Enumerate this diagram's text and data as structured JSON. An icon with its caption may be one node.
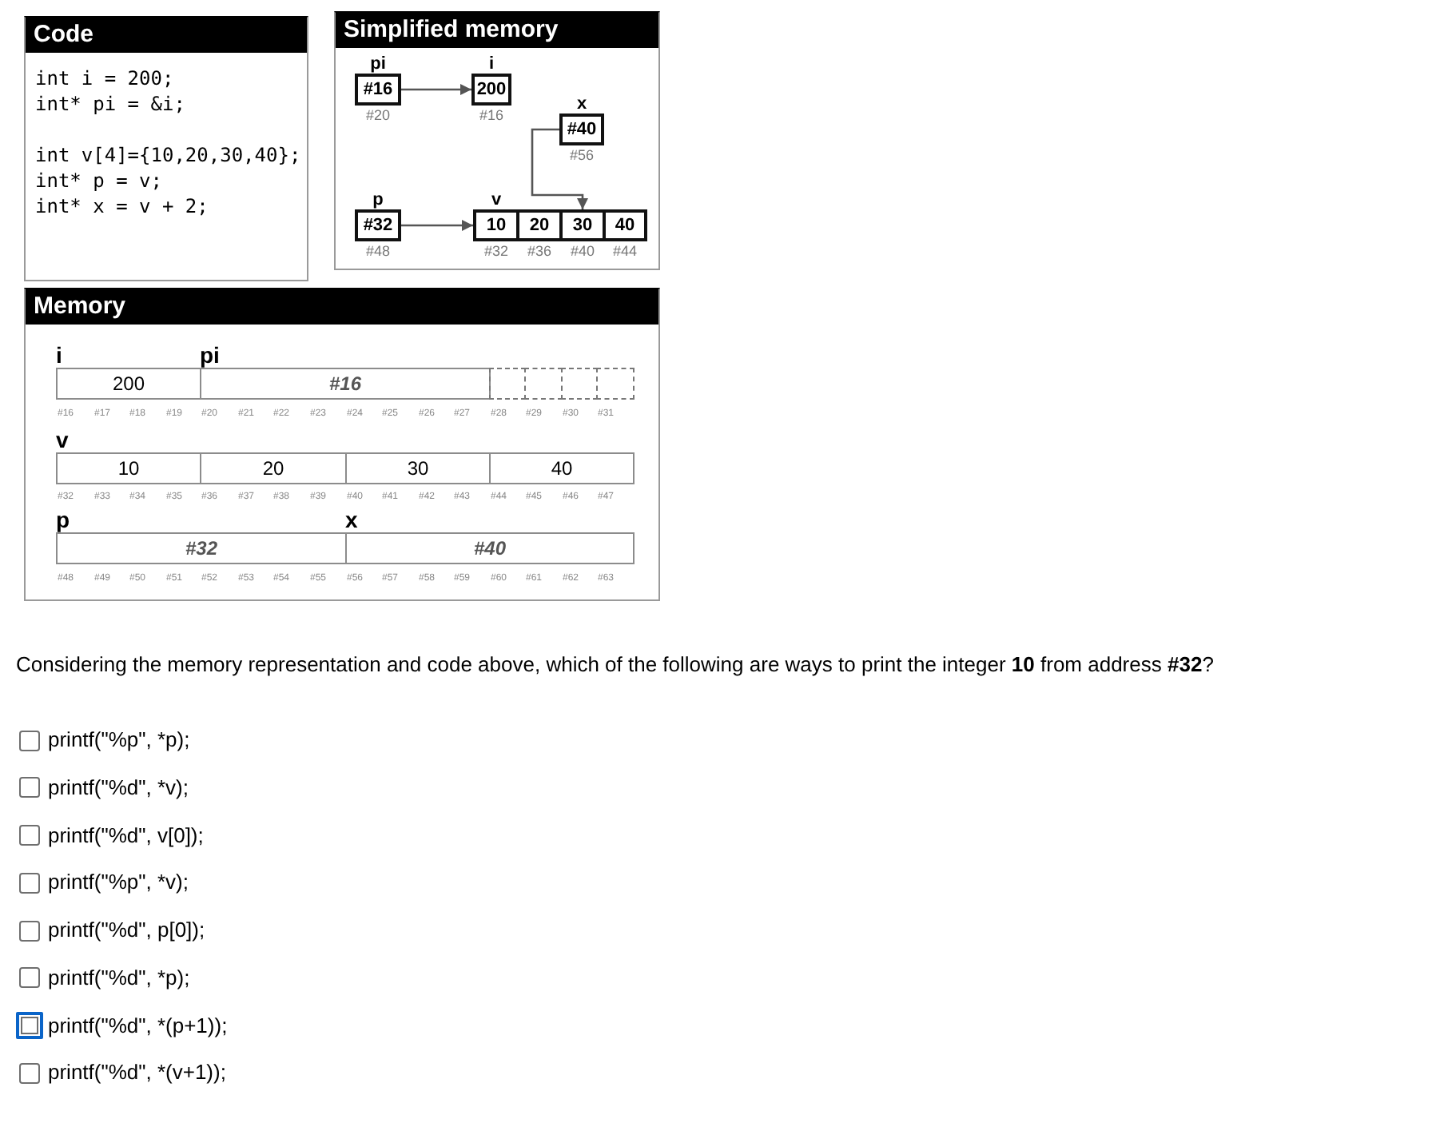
{
  "diagram": {
    "nodes": [
      {
        "text": [
          "Code",
          "int i = 200;",
          "int* pi = &i;",
          "int v[4]={10,20,30,40};",
          "int* p = v;",
          "int* x = v + 2;"
        ]
      },
      {
        "text": [
          "Simplified memory"
        ]
      },
      {
        "text": [
          "pi",
          "#16"
        ],
        "beside": [
          "#20"
        ],
        "in": 1
      },
      {
        "text": [
          "i",
          "200"
        ],
        "beside": [
          "#16"
        ],
        "in": 1
      },
      {
        "text": [
          "x",
          "#40"
        ],
        "beside": [
          "#56"
        ],
        "in": 1
      },
      {
        "text": [
          "p",
          "#32"
        ],
        "beside": [
          "#48"
        ],
        "in": 1
      },
      {
        "text": [
          "v",
          "10"
        ],
        "beside": [
          "#32"
        ],
        "in": 1
      },
      {
        "text": [
          "20"
        ],
        "beside": [
          "#36"
        ],
        "in": 1
      },
      {
        "text": [
          "30"
        ],
        "beside": [
          "#40"
        ],
        "in": 1
      },
      {
        "text": [
          "40"
        ],
        "beside": [
          "#44"
        ],
        "in": 1
      },
      {
        "text": [
          "Memory"
        ]
      },
      {
        "text": [
          "i",
          "200"
        ],
        "in": 10
      },
      {
        "text": [
          "pi",
          "#16"
        ],
        "in": 10
      },
      {
        "text": [],
        "shape": "box",
        "in": 10
      },
      {
        "text": [],
        "shape": "box",
        "in": 10
      },
      {
        "text": [],
        "shape": "box",
        "in": 10
      },
      {
        "text": [],
        "shape": "box",
        "in": 10
      },
      {
        "text": [
          "v",
          "10"
        ],
        "in": 10
      },
      {
        "text": [
          "20"
        ],
        "in": 10
      },
      {
        "text": [
          "30"
        ],
        "in": 10
      },
      {
        "text": [
          "40"
        ],
        "in": 10
      },
      {
        "text": [
          "p",
          "#32"
        ],
        "in": 10
      },
      {
        "text": [
          "x",
          "#40"
        ],
        "in": 10
      }
    ],
    "edges": [
      {
        "from": 2,
        "to": 3,
        "arrow": "to"
      },
      {
        "from": 4,
        "to": 8,
        "arrow": "to"
      },
      {
        "from": 5,
        "to": 6,
        "arrow": "to"
      }
    ],
    "labels": [
      "#16",
      "#17",
      "#18",
      "#19",
      "#20",
      "#21",
      "#22",
      "#23",
      "#24",
      "#25",
      "#26",
      "#27",
      "#28",
      "#29",
      "#30",
      "#31",
      "#32",
      "#33",
      "#34",
      "#35",
      "#36",
      "#37",
      "#38",
      "#39",
      "#40",
      "#41",
      "#42",
      "#43",
      "#44",
      "#45",
      "#46",
      "#47",
      "#48",
      "#49",
      "#50",
      "#51",
      "#52",
      "#53",
      "#54",
      "#55",
      "#56",
      "#57",
      "#58",
      "#59",
      "#60",
      "#61",
      "#62",
      "#63",
      "Considering the memory representation and code above, which of the following are ways to print the integer **10** from address **#32**?",
      "printf(\"%p\", *p);",
      "printf(\"%d\", *v);",
      "printf(\"%d\", v[0]);",
      "printf(\"%p\", *v);",
      "printf(\"%d\", p[0]);",
      "printf(\"%d\", *p);",
      "printf(\"%d\", *(p+1));",
      "printf(\"%d\", *(v+1));"
    ]
  }
}
